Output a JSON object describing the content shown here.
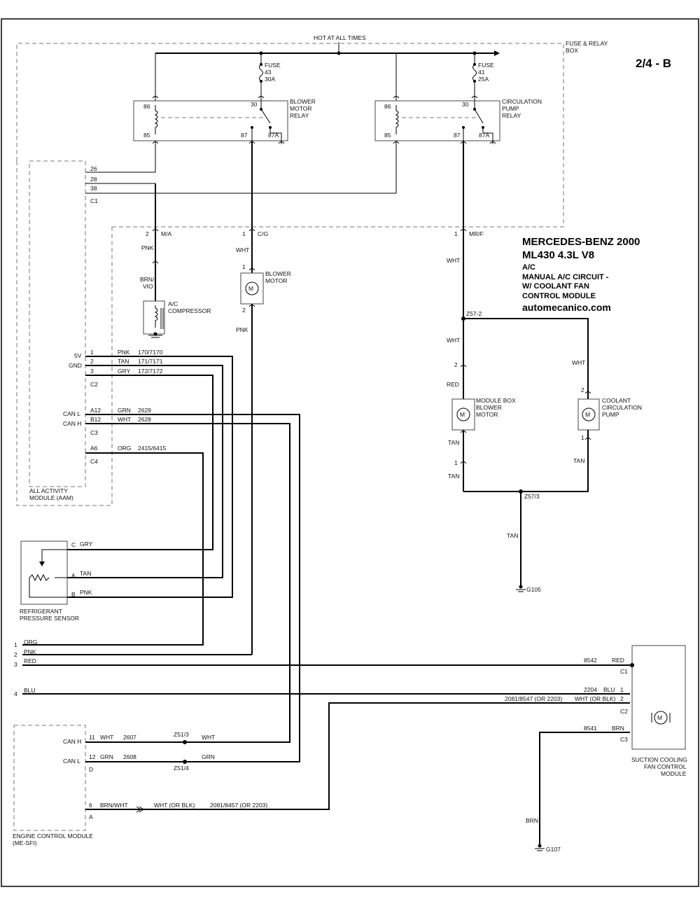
{
  "page_code": "2/4 - B",
  "title_block": {
    "make_year": "MERCEDES-BENZ 2000",
    "model": "ML430  4.3L  V8",
    "system": "A/C",
    "circuit_line1": "MANUAL A/C CIRCUIT -",
    "circuit_line2": "W/ COOLANT FAN",
    "circuit_line3": "CONTROL MODULE",
    "website": "automecanico.com"
  },
  "fuse_box": {
    "title_line1": "FUSE & RELAY",
    "title_line2": "BOX",
    "hot_label": "HOT AT ALL TIMES",
    "fuse_43": {
      "label": "FUSE",
      "number": "43",
      "rating": "30A"
    },
    "fuse_41": {
      "label": "FUSE",
      "number": "41",
      "rating": "25A"
    },
    "blower_relay": {
      "line1": "BLOWER",
      "line2": "MOTOR",
      "line3": "RELAY",
      "p86": "86",
      "p30": "30",
      "p85": "85",
      "p87": "87",
      "p87a": "87A"
    },
    "pump_relay": {
      "line1": "CIRCULATION",
      "line2": "PUMP",
      "line3": "RELAY",
      "p86": "86",
      "p30": "30",
      "p85": "85",
      "p87": "87",
      "p87a": "87A"
    },
    "conn_ma": {
      "pin": "2",
      "name": "M/A"
    },
    "conn_cg": {
      "pin": "1",
      "name": "C/G"
    },
    "conn_mrf": {
      "pin": "1",
      "name": "MR/F"
    }
  },
  "aam": {
    "label_line1": "ALL ACTIVITY",
    "label_line2": "MODULE (AAM)",
    "c1": {
      "p26": "26",
      "p28": "28",
      "p38": "38",
      "name": "C1"
    },
    "c2": {
      "label_5v": "5V",
      "label_gnd": "GND",
      "p1": "1",
      "p2": "2",
      "p3": "3",
      "name": "C2",
      "w1_color": "PNK",
      "w1_circ": "170/7170",
      "w2_color": "TAN",
      "w2_circ": "171/7171",
      "w3_color": "GRY",
      "w3_circ": "172/7172"
    },
    "c3": {
      "label_canl": "CAN L",
      "label_canh": "CAN H",
      "pa12": "A12",
      "pb12": "B12",
      "name": "C3",
      "w1_color": "GRN",
      "w1_circ": "2629",
      "w2_color": "WHT",
      "w2_circ": "2628"
    },
    "c4": {
      "pa6": "A6",
      "name": "C4",
      "w_color": "ORG",
      "w_circ": "2415/6415"
    }
  },
  "compressor": {
    "line1": "A/C",
    "line2": "COMPRESSOR",
    "w_top": "PNK",
    "w_bot_1": "BRN/",
    "w_bot_2": "VIO"
  },
  "blower_motor": {
    "line1": "BLOWER",
    "line2": "MOTOR",
    "pin1": "1",
    "pin2": "2",
    "w_top": "WHT",
    "w_bot": "PNK",
    "symbol": "M"
  },
  "coolant_side": {
    "w_top": "WHT",
    "splice_1": "Z57-2",
    "w_left": "WHT",
    "w_right": "WHT",
    "module_box": {
      "line1": "MODULE BOX",
      "line2": "BLOWER",
      "line3": "MOTOR",
      "pin2": "2",
      "pin1": "1",
      "w_top": "RED",
      "w_bot": "TAN",
      "symbol": "M"
    },
    "pump": {
      "line1": "COOLANT",
      "line2": "CIRCULATION",
      "line3": "PUMP",
      "pin2": "2",
      "pin1": "1",
      "w_bot": "TAN",
      "symbol": "M"
    },
    "w_bot_left": "TAN",
    "splice_2": "Z57/3",
    "w_ground": "TAN",
    "ground": "G105"
  },
  "sensor": {
    "line1": "REFRIGERANT",
    "line2": "PRESSURE SENSOR",
    "pc": "C",
    "pa": "A",
    "pb": "B",
    "wc": "GRY",
    "wa": "TAN",
    "wb": "PNK"
  },
  "external": {
    "p1": "1",
    "p2": "2",
    "p3": "3",
    "p4": "4",
    "w1": "ORG",
    "w2": "PNK",
    "w3": "RED",
    "w4": "BLU"
  },
  "fan_module": {
    "label_line1": "SUCTION COOLING",
    "label_line2": "FAN CONTROL",
    "label_line3": "MODULE",
    "symbol": "M",
    "red_circ": "8542",
    "red_color": "RED",
    "c1": "C1",
    "blu_circ": "2204",
    "blu_color": "BLU",
    "blu_pin": "1",
    "wht_circ": "2081/8547 (OR 2203)",
    "wht_color": "WHT (OR BLK)",
    "wht_pin": "2",
    "c2": "C2",
    "brn_circ": "8541",
    "brn_color": "BRN",
    "c3": "C3",
    "w_ground": "BRN",
    "ground": "G107"
  },
  "ecm": {
    "label_line1": "ENGINE CONTROL MODULE",
    "label_line2": "(ME-SFI)",
    "canh_label": "CAN H",
    "canl_label": "CAN L",
    "p11": "11",
    "p11_color": "WHT",
    "p11_circ": "2607",
    "p12": "12",
    "p12_color": "GRN",
    "p12_circ": "2608",
    "conn_d": "D",
    "p6": "6",
    "p6_color": "BRN/WHT",
    "conn_a": "A",
    "p6_out_color": "WHT (OR BLK)",
    "p6_out_circ": "2081/8457 (OR 2203)",
    "splice_z513": "Z51/3",
    "splice_z513_color": "WHT",
    "splice_z514": "Z51/4",
    "splice_z514_color": "GRN"
  }
}
